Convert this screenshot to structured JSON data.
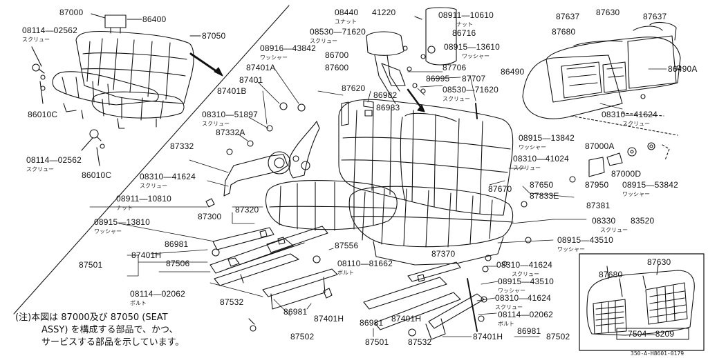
{
  "labels": {
    "p87000_top": "87000",
    "p86400": "86400",
    "p87050": "87050",
    "p08114_02562_a": "08114—02562",
    "p86010c_a": "86010C",
    "p08114_02562_b": "08114—02562",
    "p86010c_b": "86010C",
    "p08440": "08440",
    "p41220": "41220",
    "p08911_10610": "08911—10610",
    "p86716": "86716",
    "p08530_71620_a": "08530—71620",
    "p08915_13610": "08915—13610",
    "p86700": "86700",
    "p87600": "87600",
    "p87706": "87706",
    "p86995": "86995",
    "p87707": "87707",
    "p08530_71620_b": "08530—71620",
    "p86490": "86490",
    "p86982": "86982",
    "p86983": "86983",
    "p87620": "87620",
    "p08916_43842": "08916—43842",
    "p87401a": "87401A",
    "p87401": "87401",
    "p87401b": "87401B",
    "p08310_51897": "08310—51897",
    "p87332a": "87332A",
    "p87332": "87332",
    "p08310_41624_a": "08310—41624",
    "p08911_10810": "08911—10810",
    "p87300": "87300",
    "p87320": "87320",
    "p08915_13810": "08915—13810",
    "p86981_a": "86981",
    "p87401h_a": "87401H",
    "p87501_a": "87501",
    "p87506": "87506",
    "p87556": "87556",
    "p08110_81662": "08110—81662",
    "p08114_02062_a": "08114—02062",
    "p87532_a": "87532",
    "p86981_b": "86981",
    "p87401h_b": "87401H",
    "p87502_a": "87502",
    "p87637_a": "87637",
    "p87630": "87630",
    "p87637_b": "87637",
    "p87680": "87680",
    "p86490a": "86490A",
    "p08310_41624_b": "08310—41624",
    "p08915_13842": "08915—13842",
    "p87000a": "87000A",
    "p08310_41024": "08310—41024",
    "p87000d": "87000D",
    "p87650": "87650",
    "p87670": "87670",
    "p87950": "87950",
    "p08915_53842": "08915—53842",
    "p87833e": "87833E",
    "p87381": "87381",
    "p08330": "08330",
    "p83520": "83520",
    "p08915_43510_a": "08915—43510",
    "p87370": "87370",
    "p08310_41624_c": "08310—41624",
    "p08915_43510_b": "08915—43510",
    "p08310_41624_d": "08310—41624",
    "p08114_02062_b": "08114—02062",
    "p86981_c": "86981",
    "p87401h_c": "87401H",
    "p87501_b": "87501",
    "p87532_b": "87532",
    "p87401h_d": "87401H",
    "p86981_d": "86981",
    "p87502_b": "87502",
    "inset_87680": "87680",
    "inset_87630": "87630",
    "inset_range": "7504—8209"
  },
  "sublabels": {
    "screw": "スクリュー",
    "washer": "ワッシャー",
    "nut": "ナット",
    "bolt": "ボルト",
    "u_nut": "ユナット"
  },
  "note": {
    "line1": "(注)本図は 87000及び 87050 (SEAT",
    "line2": "ASSY) を構成する部品で、かつ、",
    "line3": "サービスする部品を示しています。"
  },
  "figure_code": "350-A-H8601-0179"
}
